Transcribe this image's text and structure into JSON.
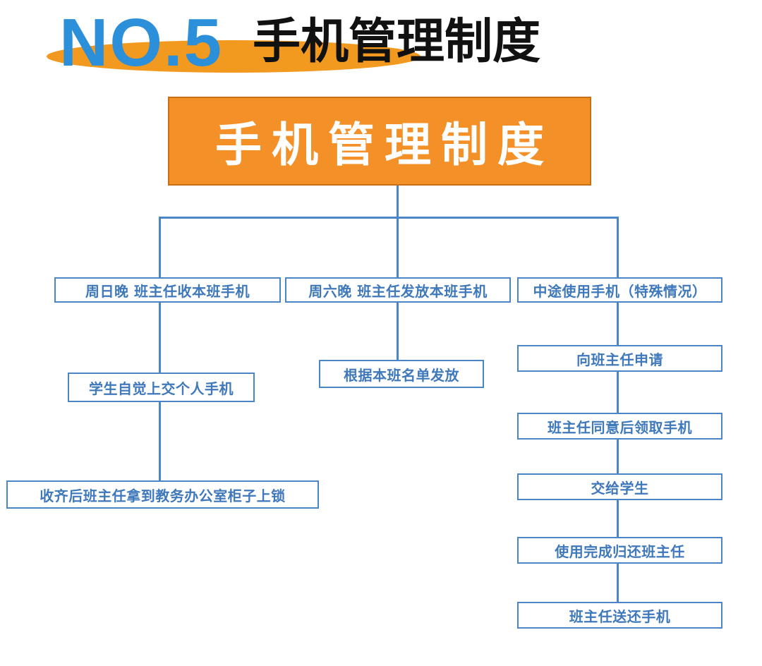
{
  "header": {
    "number": "NO.5",
    "title": "手机管理制度"
  },
  "chart": {
    "root": "手机管理制度",
    "branches": [
      {
        "label": "周日晚 班主任收本班手机",
        "steps": [
          "学生自觉上交个人手机",
          "收齐后班主任拿到教务办公室柜子上锁"
        ]
      },
      {
        "label": "周六晚 班主任发放本班手机",
        "steps": [
          "根据本班名单发放"
        ]
      },
      {
        "label": "中途使用手机（特殊情况）",
        "steps": [
          "向班主任申请",
          "班主任同意后领取手机",
          "交给学生",
          "使用完成归还班主任",
          "班主任送还手机"
        ]
      }
    ]
  },
  "colors": {
    "accent_orange": "#f39027",
    "accent_blue": "#4a86c6",
    "header_blue": "#2b8fd9"
  }
}
